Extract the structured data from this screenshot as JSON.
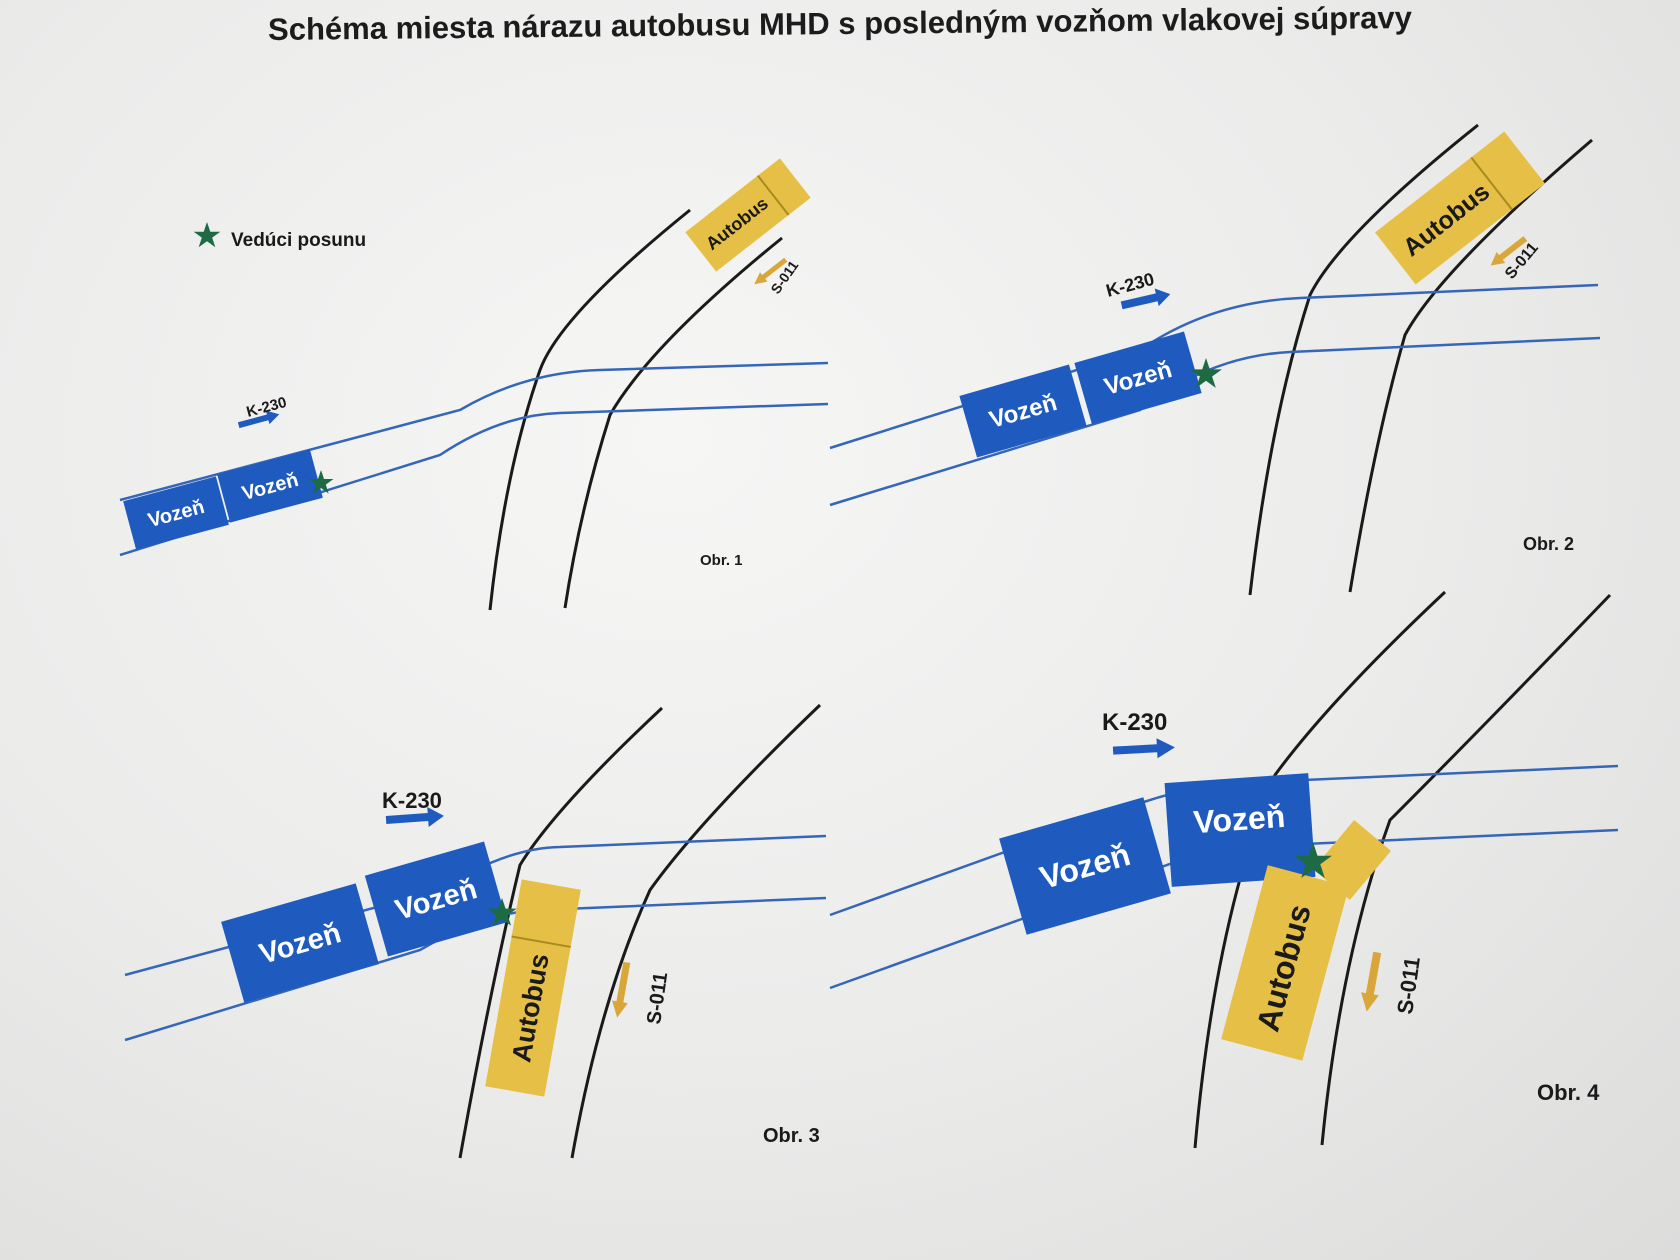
{
  "title": "Schéma miesta nárazu autobusu MHD s posledným vozňom vlakovej súpravy",
  "legend": {
    "icon": "star-icon",
    "label": "Vedúci posunu"
  },
  "labels": {
    "wagon": "Vozeň",
    "bus": "Autobus",
    "train_code": "K-230",
    "bus_code": "S-011"
  },
  "figures": [
    "Obr. 1",
    "Obr. 2",
    "Obr. 3",
    "Obr. 4"
  ],
  "colors": {
    "wagon": "#1f5bbf",
    "bus": "#e6c046",
    "rail": "#3566b8",
    "road": "#1a1a1a",
    "star": "#1e6b43",
    "train_arrow": "#1f5bbf",
    "bus_arrow": "#d9a63a"
  }
}
